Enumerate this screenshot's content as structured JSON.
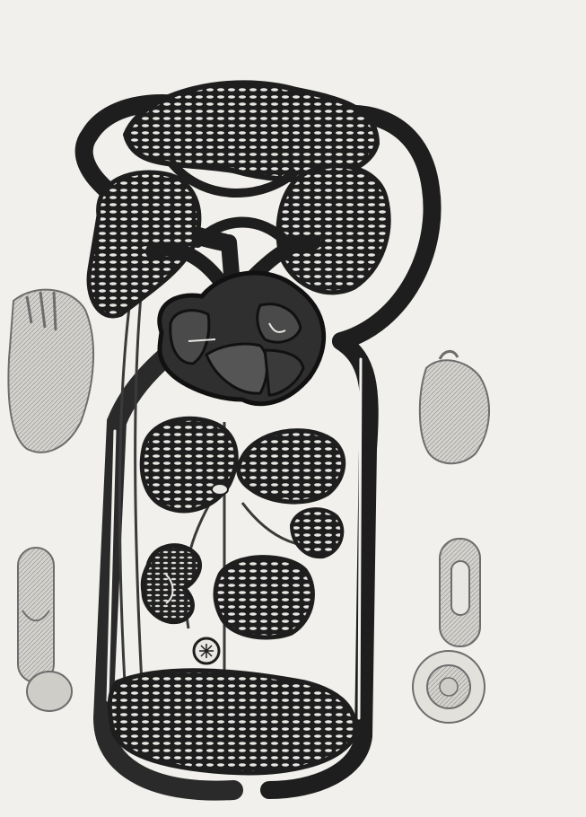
{
  "figure": {
    "subject": "circulatory-system-schematic",
    "medium": "halftone-print-scan",
    "palette": {
      "paper": "#f1f0ec",
      "vessel_dark": "#1e1e1e",
      "vessel_mid": "#3a3a3a",
      "heart_fill": "#2f2f2f",
      "heart_chamber": "#555555",
      "sketch_line": "#6d6d6d",
      "sketch_fill": "#cfcdc8",
      "capillary_light": "#e8e7e3"
    },
    "parts": [
      "pulmonary-capillary-bed",
      "left-lung-capillary-bed",
      "right-lung-capillary-bed",
      "heart",
      "stomach-capillary-bed",
      "liver-capillary-bed",
      "spleen-capillary-bed",
      "kidney",
      "intestine-capillary-bed",
      "lower-body-capillary-bed",
      "aorta",
      "vena-cava",
      "heart-anatomical-sketch-left",
      "heart-anatomical-sketch-right",
      "vein-section-sketch-left",
      "vein-section-sketch-right"
    ]
  }
}
